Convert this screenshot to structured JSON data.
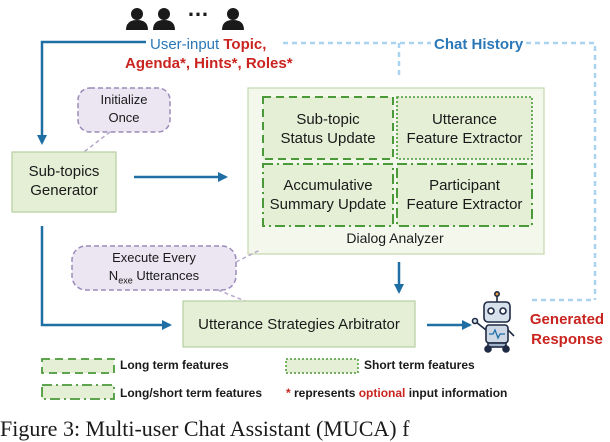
{
  "users_ellipsis": "…",
  "user_input": {
    "line1_prefix": "User-input",
    "line1_topic": "Topic,",
    "line2": "Agenda*, Hints*, Roles*"
  },
  "chat_history": "Chat History",
  "initialize_once": {
    "line1": "Initialize",
    "line2": "Once"
  },
  "subtopics_generator": {
    "line1": "Sub-topics",
    "line2": "Generator"
  },
  "subtopic_status": {
    "line1": "Sub-topic",
    "line2": "Status Update"
  },
  "utterance_feature": {
    "line1": "Utterance",
    "line2": "Feature Extractor"
  },
  "accumulative_summary": {
    "line1": "Accumulative",
    "line2": "Summary Update"
  },
  "participant_feature": {
    "line1": "Participant",
    "line2": "Feature Extractor"
  },
  "dialog_analyzer": "Dialog Analyzer",
  "execute_every": {
    "line1": "Execute Every",
    "line2_n": "N",
    "line2_sub": "exe",
    "line2_rest": " Utterances"
  },
  "arbitrator": "Utterance Strategies Arbitrator",
  "generated_response": {
    "line1": "Generated",
    "line2": "Response"
  },
  "legend": {
    "long_term": "Long term features",
    "short_term": "Short term features",
    "long_short_term": "Long/short term features",
    "optional_star": "*",
    "optional_pre": " represents ",
    "optional_word": "optional",
    "optional_post": " input information"
  },
  "caption": "Figure 3:  Multi-user Chat Assistant (MUCA) f",
  "colors": {
    "blue_text": "#2a78b8",
    "arrow_blue": "#1f6fa5",
    "dashed_light_blue": "#a9d3ee",
    "red_text": "#c9241f",
    "green_fill": "#e5efd6",
    "green_border": "#4a9a3a",
    "purple_fill": "#ece6f3",
    "purple_border": "#9a8bb8"
  },
  "icons": [
    "user-icon",
    "robot-icon"
  ]
}
